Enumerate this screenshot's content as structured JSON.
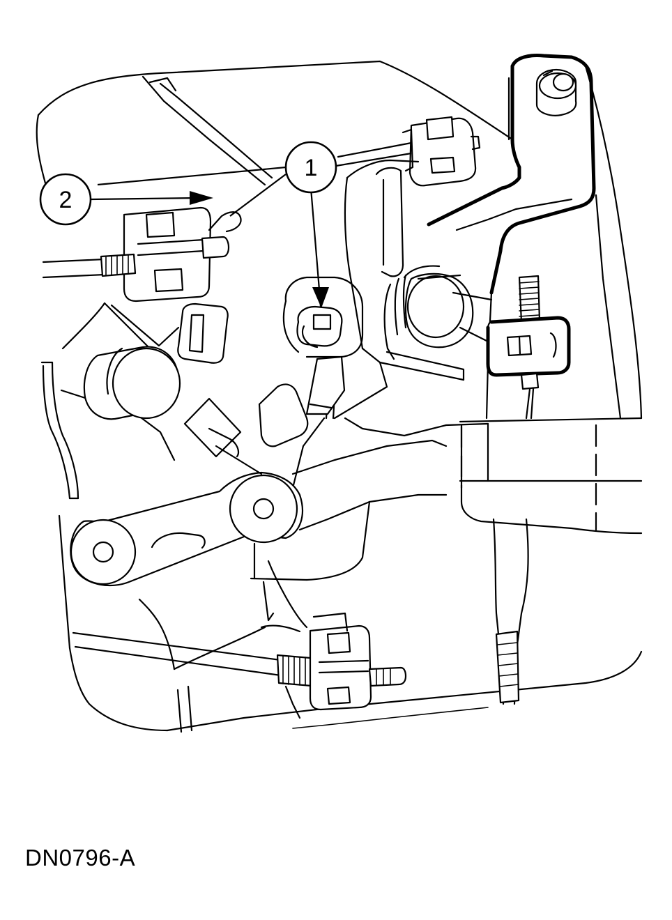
{
  "figure": {
    "callouts": [
      {
        "id": "callout-1",
        "label": "1"
      },
      {
        "id": "callout-2",
        "label": "2"
      }
    ],
    "figure_id": "DN0796-A"
  }
}
